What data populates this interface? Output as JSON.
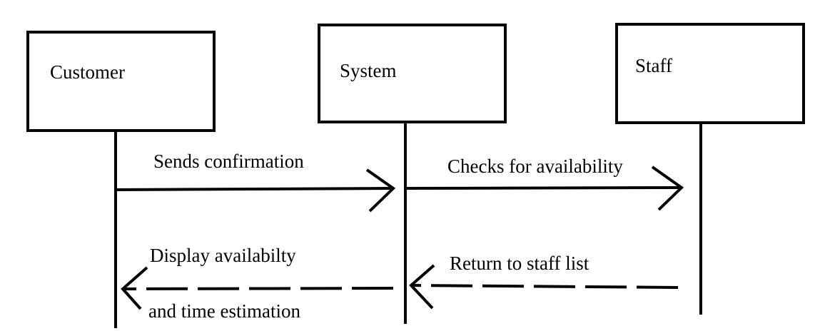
{
  "diagram": {
    "type": "sequence",
    "participants": [
      {
        "id": "customer",
        "label": "Customer"
      },
      {
        "id": "system",
        "label": "System"
      },
      {
        "id": "staff",
        "label": "Staff"
      }
    ],
    "messages": [
      {
        "from": "customer",
        "to": "system",
        "style": "solid",
        "label": "Sends confirmation"
      },
      {
        "from": "system",
        "to": "staff",
        "style": "solid",
        "label": "Checks for availability"
      },
      {
        "from": "staff",
        "to": "system",
        "style": "dashed",
        "label": "Return to staff list"
      },
      {
        "from": "system",
        "to": "customer",
        "style": "dashed",
        "label_line1": "Display availabilty",
        "label_line2": "and time estimation"
      }
    ]
  }
}
